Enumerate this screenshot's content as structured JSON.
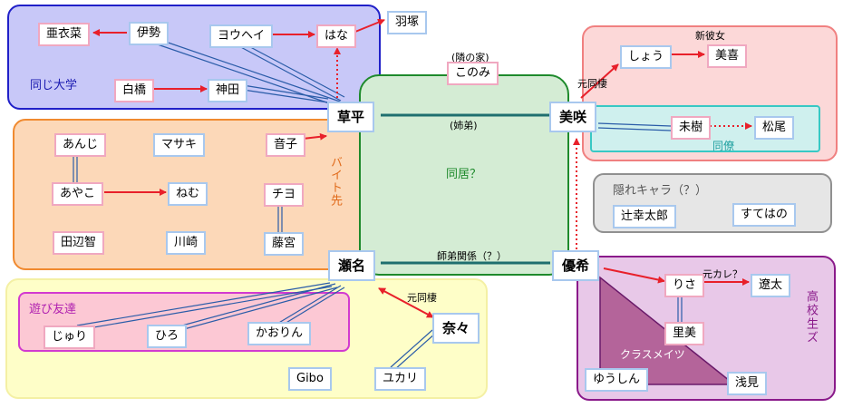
{
  "groups": {
    "same_univ": "同じ大学",
    "part_time": "バイト先",
    "play_friends": "遊び友達",
    "hidden": "隠れキャラ（？）",
    "new_girlfriend": "新彼女",
    "coworker": "同僚",
    "cohabit": "同居？",
    "high_school": "高校生ズ",
    "classmates": "クラスメイツ"
  },
  "nodes": {
    "aisa": "亜衣菜",
    "ise": "伊勢",
    "youhei": "ヨウヘイ",
    "hana": "はな",
    "hanezuka": "羽塚",
    "shirahashi": "白橋",
    "kanda": "神田",
    "sohei": "草平",
    "konomi": "このみ",
    "misaki": "美咲",
    "shou": "しょう",
    "miki_yoshi": "美喜",
    "miki": "未樹",
    "matsuo": "松尾",
    "anji": "あんじ",
    "masaki": "マサキ",
    "otoko": "音子",
    "ayako": "あやこ",
    "nemu": "ねむ",
    "chiyo": "チヨ",
    "tanabe": "田辺智",
    "kawasaki": "川崎",
    "fujimiya": "藤宮",
    "tsujiko": "辻幸太郎",
    "sutehano": "すてはの",
    "sena": "瀬名",
    "yuki": "優希",
    "risa": "りさ",
    "ryouta": "遼太",
    "satomi": "里美",
    "yuushin": "ゆうしん",
    "asami": "浅見",
    "juri": "じゅり",
    "hiro": "ひろ",
    "kaorin": "かおりん",
    "nana": "奈々",
    "gibo": "Gibo",
    "yukari": "ユカリ"
  },
  "edge_labels": {
    "neighbor": "(隣の家)",
    "siblings": "(姉弟)",
    "former_coworker": "元同棲",
    "mentor": "師弟関係（？）",
    "former_classmate": "元同棲",
    "ex_boyfriend": "元カレ？"
  },
  "colors": {
    "arrow": "#e8202a",
    "double_line": "#2a5ca8",
    "sibling_line": "#1f6f6f",
    "node_blue": "#a8c8ee",
    "node_pink": "#f0a8c0"
  }
}
